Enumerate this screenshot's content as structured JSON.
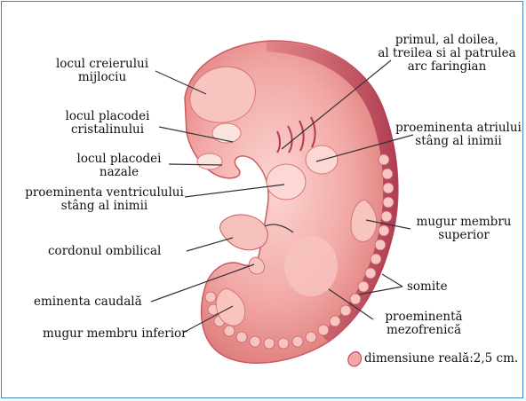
{
  "labels": {
    "mid_brain": [
      "locul creierului",
      "mijlociu"
    ],
    "lens_placode": [
      "locul placodei",
      "cristalinului"
    ],
    "nasal_placode": [
      "locul placodei",
      "nazale"
    ],
    "ventricle": [
      "proeminenta ventriculului",
      "stâng al inimii"
    ],
    "cord": [
      "cordonul ombilical"
    ],
    "caudal": [
      "eminenta caudală"
    ],
    "lower_limb": [
      "mugur membru inferior"
    ],
    "arches": [
      "primul, al doilea,",
      "al treilea si al patrulea",
      "arc faringian"
    ],
    "atrium": [
      "proeminenta atriului",
      "stâng al inimii"
    ],
    "upper_limb": [
      "mugur membru",
      "superior"
    ],
    "somites": [
      "somite"
    ],
    "mesophrenic": [
      "proeminentă",
      "mezofrenică"
    ],
    "scale": [
      "dimensiune reală:2,5 cm."
    ]
  },
  "colors": {
    "frame": "#3d86c6",
    "body": "#f2a9a6",
    "body_shadow": "#d9706f",
    "body_dark": "#b23a4e",
    "highlight": "#fbe3e0",
    "line": "#333333"
  }
}
